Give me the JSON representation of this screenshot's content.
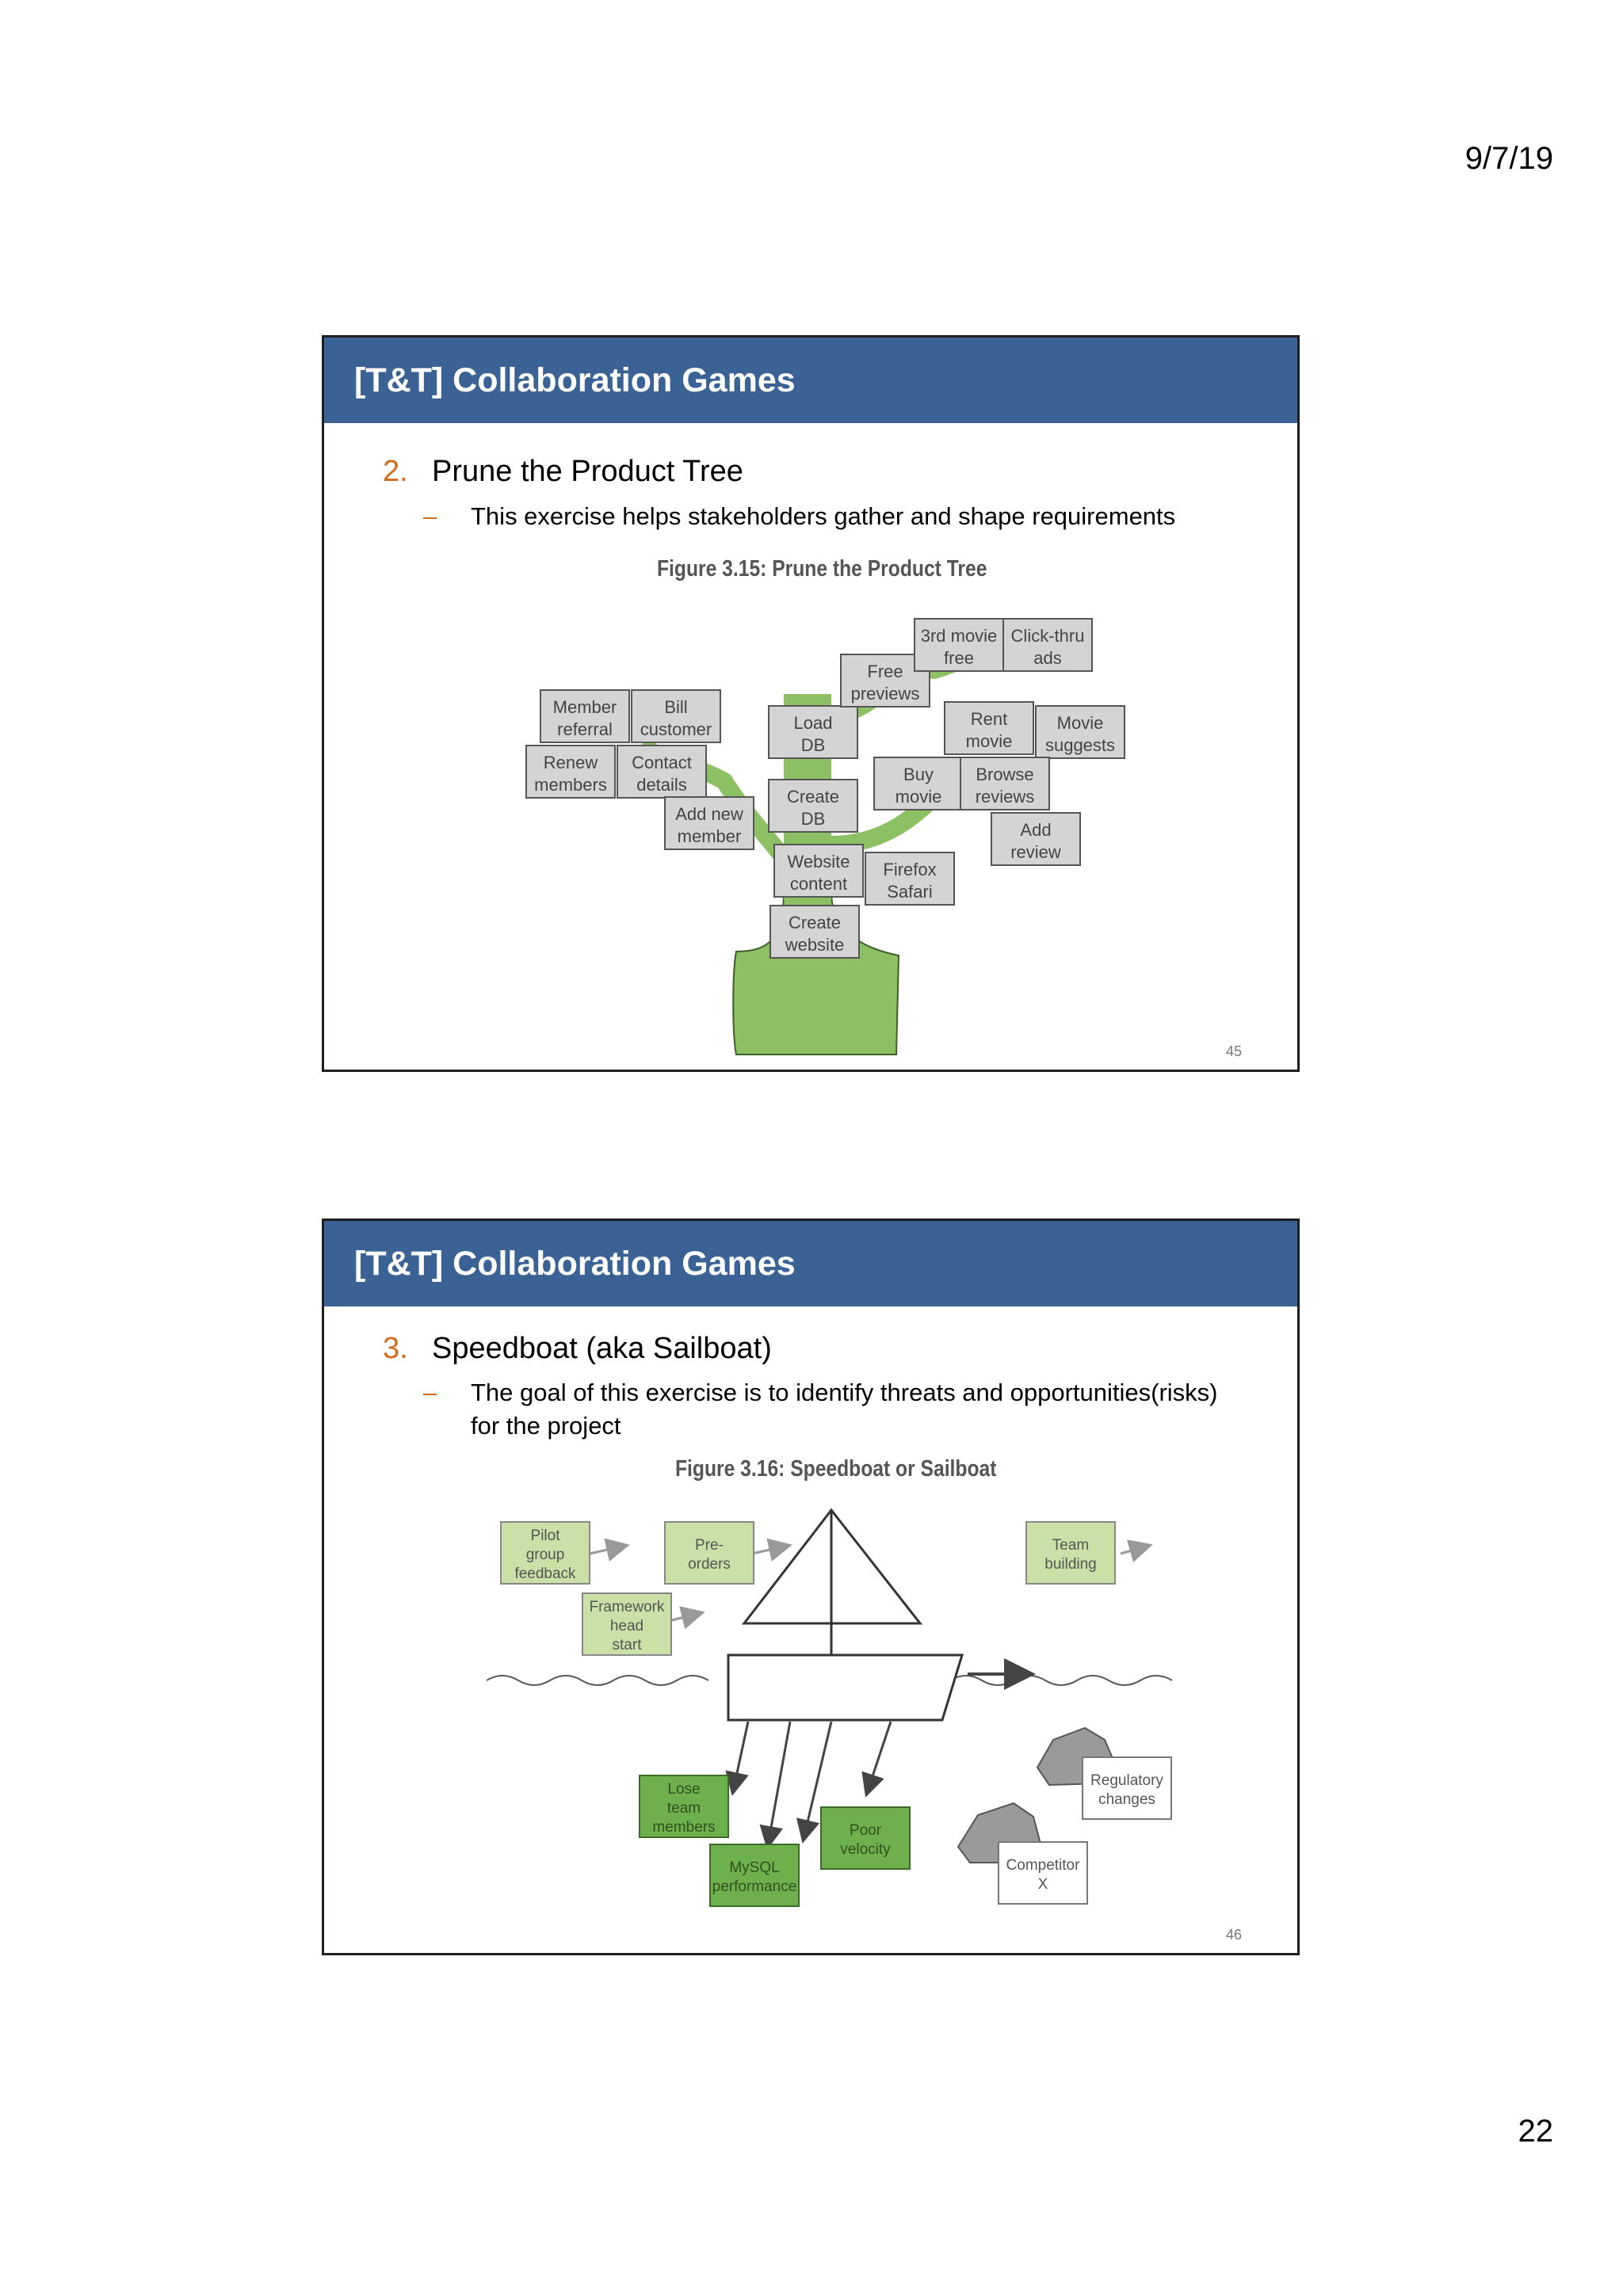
{
  "page": {
    "date": "9/7/19",
    "number": "22"
  },
  "slides": [
    {
      "header": "[T&T] Collaboration Games",
      "item_number": "2.",
      "item_title": "Prune the Product Tree",
      "sub_dash": "–",
      "sub_text": "This exercise helps stakeholders gather and shape requirements",
      "figure_title": "Figure 3.15: Prune the Product Tree",
      "slide_number": "45",
      "tree_cards": {
        "member_referral": [
          "Member",
          "referral"
        ],
        "bill_customer": [
          "Bill",
          "customer"
        ],
        "renew_members": [
          "Renew",
          "members"
        ],
        "contact_details": [
          "Contact",
          "details"
        ],
        "add_new_member": [
          "Add new",
          "member"
        ],
        "load_db": [
          "Load",
          "DB"
        ],
        "free_previews": [
          "Free",
          "previews"
        ],
        "third_movie_free": [
          "3rd movie",
          "free"
        ],
        "click_thru_ads": [
          "Click-thru",
          "ads"
        ],
        "rent_movie": [
          "Rent",
          "movie"
        ],
        "movie_suggests": [
          "Movie",
          "suggests"
        ],
        "create_db": [
          "Create",
          "DB"
        ],
        "buy_movie": [
          "Buy",
          "movie"
        ],
        "browse_reviews": [
          "Browse",
          "reviews"
        ],
        "add_review": [
          "Add",
          "review"
        ],
        "website_content": [
          "Website",
          "content"
        ],
        "firefox_safari": [
          "Firefox",
          "Safari"
        ],
        "create_website": [
          "Create",
          "website"
        ]
      },
      "colors": {
        "leaf_green": "#8cc063",
        "card_fill": "#d4d4d4"
      }
    },
    {
      "header": "[T&T] Collaboration Games",
      "item_number": "3.",
      "item_title": "Speedboat (aka Sailboat)",
      "sub_dash": "–",
      "sub_text_line1": "The goal of this exercise is to identify threats and opportunities(risks)",
      "sub_text_line2": "for the project",
      "figure_title": "Figure 3.16: Speedboat or Sailboat",
      "slide_number": "46",
      "wind_cards": {
        "pilot_group_feedback": [
          "Pilot",
          "group",
          "feedback"
        ],
        "pre_orders": [
          "Pre-",
          "orders"
        ],
        "framework_head_start": [
          "Framework",
          "head",
          "start"
        ],
        "team_building": [
          "Team",
          "building"
        ]
      },
      "anchor_cards": {
        "lose_team_members": [
          "Lose",
          "team",
          "members"
        ],
        "mysql_performance": [
          "MySQL",
          "performance"
        ],
        "poor_velocity": [
          "Poor",
          "velocity"
        ]
      },
      "rock_cards": {
        "regulatory_changes": [
          "Regulatory",
          "changes"
        ],
        "competitor_x": [
          "Competitor",
          "X"
        ]
      },
      "colors": {
        "wind_green": "#c9e1a6",
        "anchor_green": "#6db04c",
        "rock_gray": "#9a9a9a"
      }
    }
  ]
}
